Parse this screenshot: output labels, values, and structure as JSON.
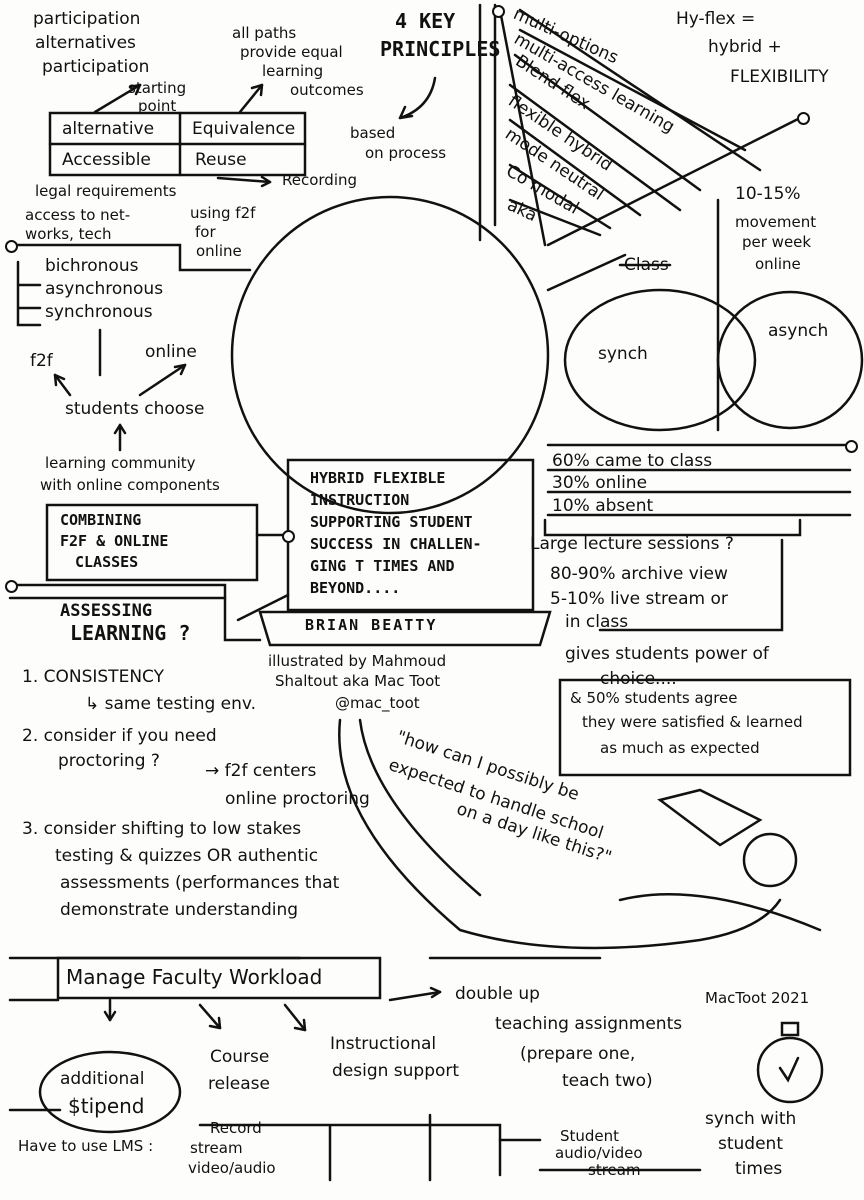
{
  "top_left": {
    "participation_lines": [
      "participation",
      "alternatives",
      "participation",
      "starting",
      "point"
    ],
    "equal_outcomes": [
      "all paths",
      "provide equal",
      "learning",
      "outcomes"
    ],
    "key_principles": [
      "4 KEY",
      "PRINCIPLES"
    ],
    "based_on_process": [
      "based",
      "on process"
    ],
    "grid": [
      "alternative",
      "Equivalence",
      "Accessible",
      "Reuse"
    ],
    "recording": "Recording",
    "legal": "legal requirements",
    "access": [
      "access to net-",
      "works, tech"
    ],
    "using_f2f": [
      "using f2f",
      "for",
      "online"
    ]
  },
  "modes": {
    "items": [
      "bichronous",
      "asynchronous",
      "synchronous"
    ],
    "f2f": "f2f",
    "online": "online",
    "students_choose": "students choose",
    "community": [
      "learning community",
      "with online components"
    ],
    "combining": [
      "COMBINING",
      "F2F & ONLINE",
      "CLASSES"
    ]
  },
  "options_fan": {
    "items": [
      "multi-options",
      "multi-access learning",
      "Blend flex",
      "flexible hybrid",
      "mode neutral",
      "Co modal",
      "aka"
    ]
  },
  "hyflex": [
    "Hy-flex =",
    "hybrid +",
    "FLEXIBILITY"
  ],
  "movement": [
    "10-15%",
    "movement",
    "per week",
    "online"
  ],
  "venn": {
    "class_label": "Class",
    "synch": "synch",
    "asynch": "asynch"
  },
  "stats": [
    "60% came to class",
    "30% online",
    "10% absent"
  ],
  "laptop": {
    "title_lines": [
      "HYBRID FLEXIBLE",
      "INSTRUCTION",
      "SUPPORTING STUDENT",
      "SUCCESS IN CHALLEN-",
      "GING T TIMES AND",
      "BEYOND...."
    ],
    "author": "BRIAN BEATTY"
  },
  "credits": [
    "illustrated by Mahmoud",
    "Shaltout aka Mac Toot",
    "@mac_toot"
  ],
  "lectures": {
    "question": "Large lecture sessions ?",
    "archive": "80-90% archive view",
    "live": [
      "5-10% live stream or",
      "in class"
    ],
    "power": [
      "gives students power of",
      "choice...."
    ],
    "agree": [
      "& 50% students agree",
      "they were satisfied & learned",
      "as much as expected"
    ]
  },
  "assessing": {
    "title": [
      "ASSESSING",
      "LEARNING ?"
    ],
    "p1": "1. CONSISTENCY",
    "p1b": "↳ same testing env.",
    "p2": [
      "2. consider if you need",
      "proctoring ?"
    ],
    "f2f_centers": "→ f2f centers",
    "online_proctoring": "online proctoring",
    "p3": [
      "3. consider shifting to low stakes",
      "testing & quizzes OR authentic",
      "assessments (performances that",
      "demonstrate understanding"
    ]
  },
  "quote": [
    "\"how can I possibly be",
    "expected to handle school",
    "on a day like this?\""
  ],
  "signature": "MacToot 2021",
  "workload": {
    "title": "Manage Faculty Workload",
    "stipend": [
      "additional",
      "$tipend"
    ],
    "release": [
      "Course",
      "release"
    ],
    "design": [
      "Instructional",
      "design support"
    ],
    "double": [
      "double up",
      "teaching assignments",
      "(prepare one,",
      "teach two)"
    ],
    "lms": "Have to use LMS :",
    "record": [
      "Record",
      "stream",
      "video/audio"
    ],
    "student_stream": [
      "Student",
      "audio/video",
      "stream"
    ],
    "synch_times": [
      "synch with",
      "student",
      "times"
    ]
  }
}
